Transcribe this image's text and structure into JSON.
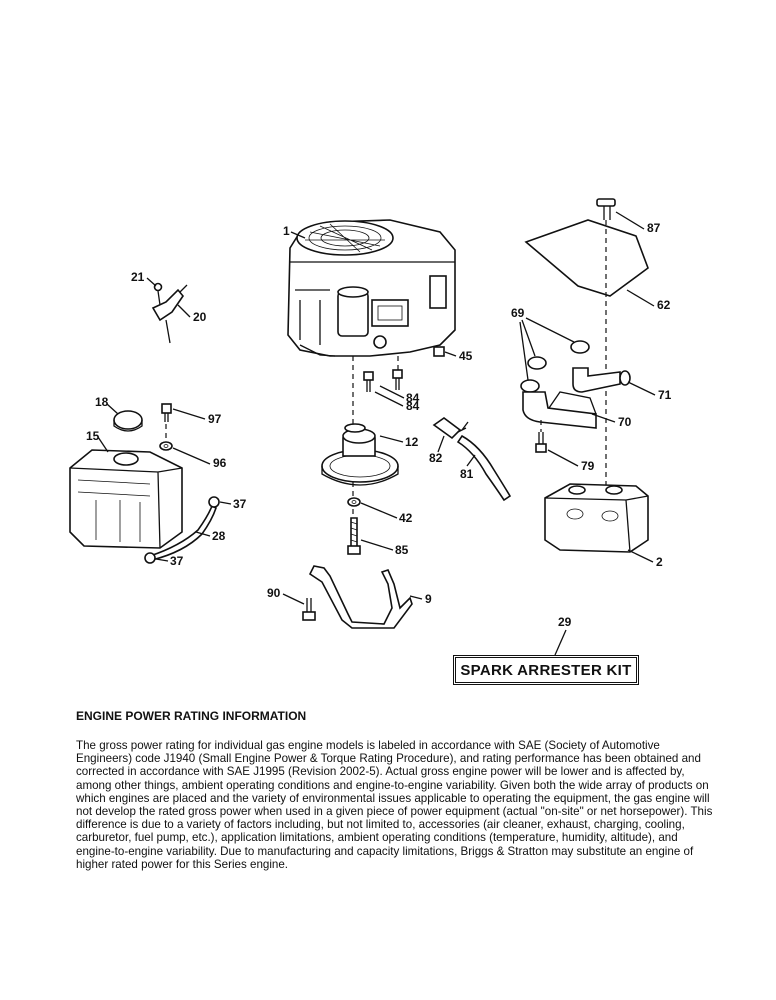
{
  "labels": {
    "l1": "1",
    "l21": "21",
    "l20": "20",
    "l87": "87",
    "l62": "62",
    "l69": "69",
    "l45": "45",
    "l84a": "84",
    "l84b": "84",
    "l71": "71",
    "l18": "18",
    "l97": "97",
    "l15": "15",
    "l96": "96",
    "l12": "12",
    "l82": "82",
    "l81": "81",
    "l70": "70",
    "l79": "79",
    "l37a": "37",
    "l42": "42",
    "l28": "28",
    "l85": "85",
    "l37b": "37",
    "l2": "2",
    "l90": "90",
    "l9": "9",
    "l29": "29"
  },
  "kit_label": "SPARK ARRESTER KIT",
  "info": {
    "title": "ENGINE POWER RATING INFORMATION",
    "body": "The gross power rating for individual gas engine models is labeled in accordance with SAE (Society of Automotive Engineers) code J1940 (Small Engine Power & Torque Rating Procedure), and rating performance has been obtained and corrected in accordance with SAE J1995 (Revision 2002-5). Actual gross engine power will be lower and is affected by, among other things, ambient operating conditions and engine-to-engine variability. Given both the wide array of products on which engines are placed and the variety of environmental issues applicable to operating the equipment, the gas engine will not develop the rated gross power when used in a given piece of power equipment (actual \"on-site\" or net horsepower). This difference is due to a variety of factors including, but not limited to, accessories (air cleaner, exhaust, charging, cooling, carburetor, fuel pump, etc.), application limitations, ambient operating conditions (temperature, humidity, altitude), and engine-to-engine variability. Due to manufacturing and capacity limitations, Briggs & Stratton may substitute an engine of higher rated power for this Series engine."
  }
}
